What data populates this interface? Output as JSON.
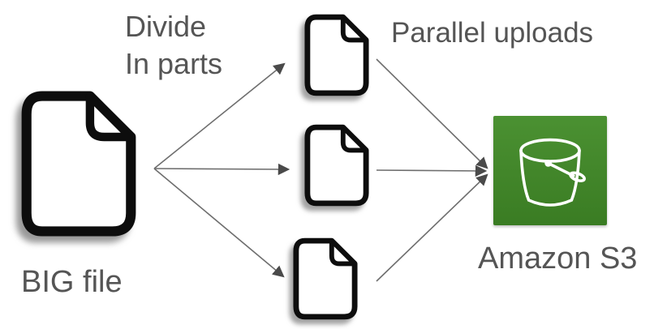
{
  "diagram": {
    "type": "flow",
    "description": "A big file is divided into parts which are uploaded in parallel to an Amazon S3 bucket",
    "nodes": [
      {
        "id": "big-file",
        "kind": "file-icon",
        "label": "BIG file"
      },
      {
        "id": "part-1",
        "kind": "file-icon",
        "label": ""
      },
      {
        "id": "part-2",
        "kind": "file-icon",
        "label": ""
      },
      {
        "id": "part-3",
        "kind": "file-icon",
        "label": ""
      },
      {
        "id": "s3-bucket",
        "kind": "s3-bucket-icon",
        "label": "Amazon S3"
      }
    ],
    "edges": [
      {
        "from": "big-file",
        "to": "part-1"
      },
      {
        "from": "big-file",
        "to": "part-2"
      },
      {
        "from": "big-file",
        "to": "part-3"
      },
      {
        "from": "part-1",
        "to": "s3-bucket"
      },
      {
        "from": "part-2",
        "to": "s3-bucket"
      },
      {
        "from": "part-3",
        "to": "s3-bucket"
      }
    ]
  },
  "labels": {
    "divide_line1": "Divide",
    "divide_line2": "In parts",
    "parallel_uploads": "Parallel uploads",
    "big_file": "BIG file",
    "amazon_s3": "Amazon S3"
  },
  "colors": {
    "s3_green_top": "#4b9132",
    "s3_green_bottom": "#3a7c23",
    "text": "#555555",
    "arrow_line": "#6e6e6e",
    "arrow_head": "#4a4a4a",
    "icon_stroke": "#0d0d0d",
    "icon_fill": "#ffffff",
    "bucket_stroke": "#ffffff",
    "bg": "#ffffff"
  }
}
